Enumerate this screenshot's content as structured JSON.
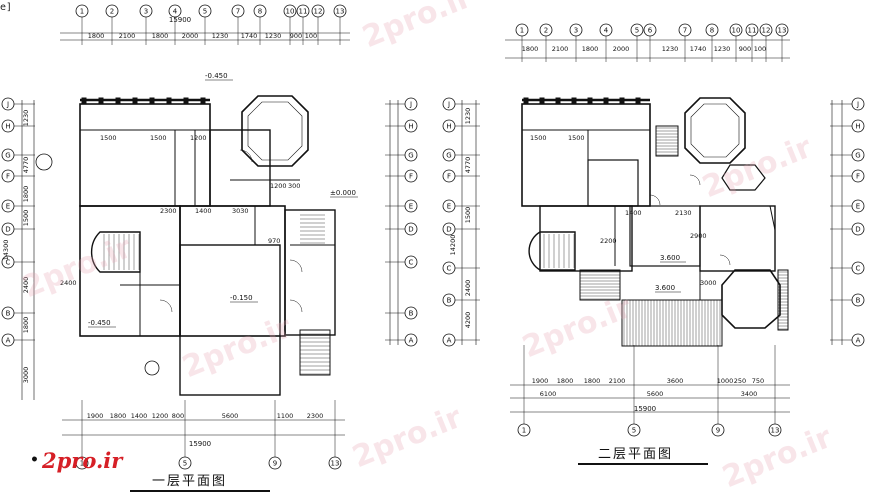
{
  "corner_mark": "e]",
  "logo": {
    "text": "2pro.ir",
    "prefix": "•"
  },
  "watermarks": [
    "2pro.ir",
    "2pro.ir",
    "2pro.ir",
    "2pro.ir",
    "2pro.ir",
    "2pro.ir",
    "2pro.ir"
  ],
  "plan1": {
    "title": "一层平面图",
    "axes_top": [
      "1",
      "2",
      "3",
      "4",
      "5",
      "7",
      "8",
      "10",
      "11",
      "12",
      "13"
    ],
    "axes_bottom": [
      "1",
      "5",
      "9",
      "13"
    ],
    "axes_left": [
      "J",
      "H",
      "G",
      "F",
      "E",
      "D",
      "C",
      "B",
      "A"
    ],
    "axes_right": [
      "J",
      "H",
      "G",
      "F",
      "E",
      "D",
      "C",
      "B",
      "A"
    ],
    "top_total": "15900",
    "top_dims": [
      "1800",
      "2100",
      "1800",
      "2000",
      "1230",
      "1740",
      "1230",
      "900",
      "100"
    ],
    "bottom_dims": [
      "1900",
      "1800",
      "1400",
      "1200",
      "800",
      "5600",
      "1100",
      "2300"
    ],
    "bottom_total": "15900",
    "left_dims": [
      "1230",
      "4770",
      "1800",
      "1500",
      "2400",
      "1800",
      "3000"
    ],
    "left_total": "14300",
    "levels": [
      "-0.450",
      "-0.450",
      "-0.150",
      "±0.000"
    ],
    "room_dims": [
      "1500",
      "1500",
      "1200",
      "2300",
      "1400",
      "3030",
      "970",
      "1200",
      "300",
      "2400"
    ]
  },
  "plan2": {
    "title": "二层平面图",
    "axes_top": [
      "1",
      "2",
      "3",
      "4",
      "5",
      "6",
      "7",
      "8",
      "10",
      "11",
      "12",
      "13"
    ],
    "axes_bottom": [
      "1",
      "5",
      "9",
      "13"
    ],
    "axes_left": [
      "J",
      "H",
      "G",
      "F",
      "E",
      "D",
      "C",
      "B",
      "A"
    ],
    "axes_right": [
      "J",
      "H",
      "G",
      "F",
      "E",
      "D",
      "C",
      "B",
      "A"
    ],
    "top_dims": [
      "1800",
      "2100",
      "1800",
      "2000",
      "1230",
      "1740",
      "1230",
      "900",
      "100"
    ],
    "bottom_dims": [
      "1900",
      "1800",
      "1800",
      "2100",
      "3600",
      "1000",
      "250",
      "750"
    ],
    "bottom_dims2": [
      "6100",
      "5600",
      "3400"
    ],
    "bottom_total": "15900",
    "left_dims": [
      "1230",
      "4770",
      "1500",
      "2400",
      "4200"
    ],
    "left_total": "14200",
    "levels": [
      "3.600",
      "3.600"
    ],
    "room_dims": [
      "1500",
      "1500",
      "1400",
      "2130",
      "2200",
      "2900",
      "3000"
    ]
  }
}
